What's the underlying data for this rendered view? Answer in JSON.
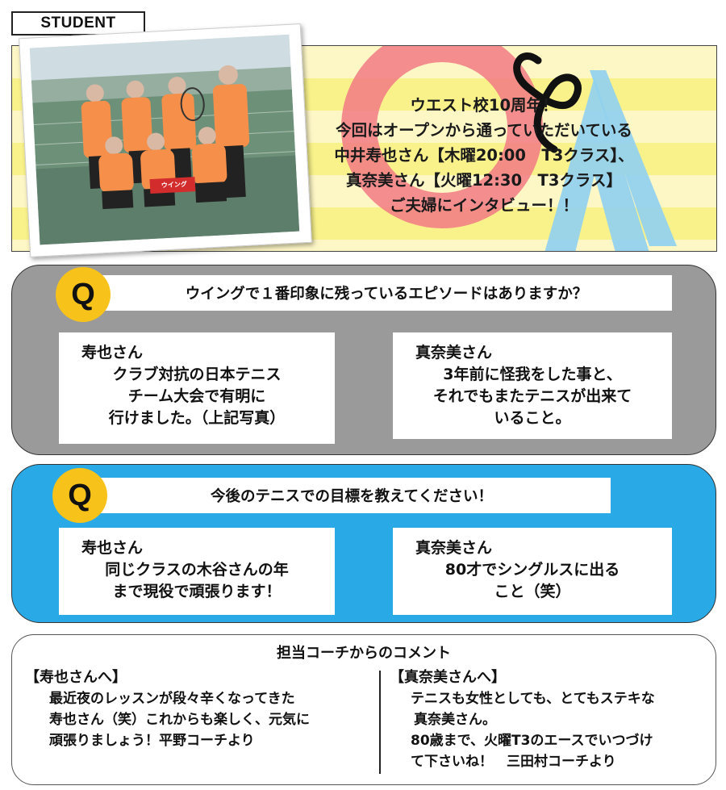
{
  "tag": "STUDENT",
  "hero": {
    "lines": [
      "ウエスト校10周年！",
      "今回はオープンから通っていただいている",
      "中井寿也さん【木曜20:00　T3クラス】、",
      "真奈美さん【火曜12:30　T3クラス】",
      "ご夫婦にインタビュー！！"
    ],
    "photo_banner": "ウイング"
  },
  "q1": {
    "badge": "Q",
    "question": "ウイングで１番印象に残っているエピソードはありますか？",
    "left": {
      "name": "寿也さん",
      "lines": [
        "クラブ対抗の日本テニス",
        "チーム大会で有明に",
        "行けました。（上記写真）"
      ]
    },
    "right": {
      "name": "真奈美さん",
      "lines": [
        "3年前に怪我をした事と、",
        "それでもまたテニスが出来て",
        "いること。"
      ]
    }
  },
  "q2": {
    "badge": "Q",
    "question": "今後のテニスでの目標を教えてください！",
    "left": {
      "name": "寿也さん",
      "lines": [
        "同じクラスの木谷さんの年",
        "まで現役で頑張ります！"
      ]
    },
    "right": {
      "name": "真奈美さん",
      "lines": [
        "80才でシングルスに出る",
        "こと（笑）"
      ]
    }
  },
  "comment": {
    "title": "担当コーチからのコメント",
    "left": {
      "heading": "【寿也さんへ】",
      "lines": [
        "最近夜のレッスンが段々辛くなってきた",
        "寿也さん（笑）これからも楽しく、元気に",
        "頑張りましょう！平野コーチより"
      ]
    },
    "right": {
      "heading": "【真奈美さんへ】",
      "lines": [
        "テニスも女性としても、とてもステキな",
        "真奈美さん。",
        "80歳まで、火曜T3のエースでいつづけ",
        "て下さいね！　三田村コーチより"
      ]
    }
  },
  "colors": {
    "hero_bg": "#fdf6c5",
    "hero_band": "#f9f28a",
    "q1_bg": "#9a9a9a",
    "q2_bg": "#29a9e6",
    "badge": "#f7c21a",
    "o_pink": "#f17a84",
    "a_blue": "#8fd0ef"
  }
}
